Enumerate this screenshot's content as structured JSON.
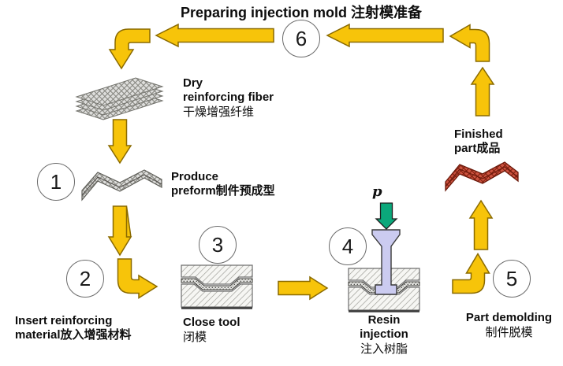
{
  "title": "Preparing injection mold 注射模准备",
  "pressure_label": "p",
  "steps": [
    {
      "num": "1",
      "lines": [
        "Produce",
        "preform制件预成型"
      ]
    },
    {
      "num": "2",
      "lines": [
        "Insert reinforcing",
        "material放入增强材料"
      ]
    },
    {
      "num": "3",
      "lines": [
        "Close tool",
        "闭模"
      ]
    },
    {
      "num": "4",
      "lines": [
        "Resin",
        "injection",
        "注入树脂"
      ]
    },
    {
      "num": "5",
      "lines": [
        "Part demolding",
        "制件脱模"
      ]
    },
    {
      "num": "6",
      "lines": []
    }
  ],
  "materials": {
    "dry_fiber": [
      "Dry",
      "reinforcing fiber",
      "干燥增强纤维"
    ],
    "finished_part": [
      "Finished",
      "part成品"
    ]
  },
  "colors": {
    "arrow_fill": "#F7C40A",
    "arrow_outline": "#8a6a00",
    "pressure_arrow": "#0BA87B",
    "sprue_fill": "#CBCBF0",
    "finished_part_red": "#C0442E",
    "mold_hatch": "#9a9a94"
  }
}
